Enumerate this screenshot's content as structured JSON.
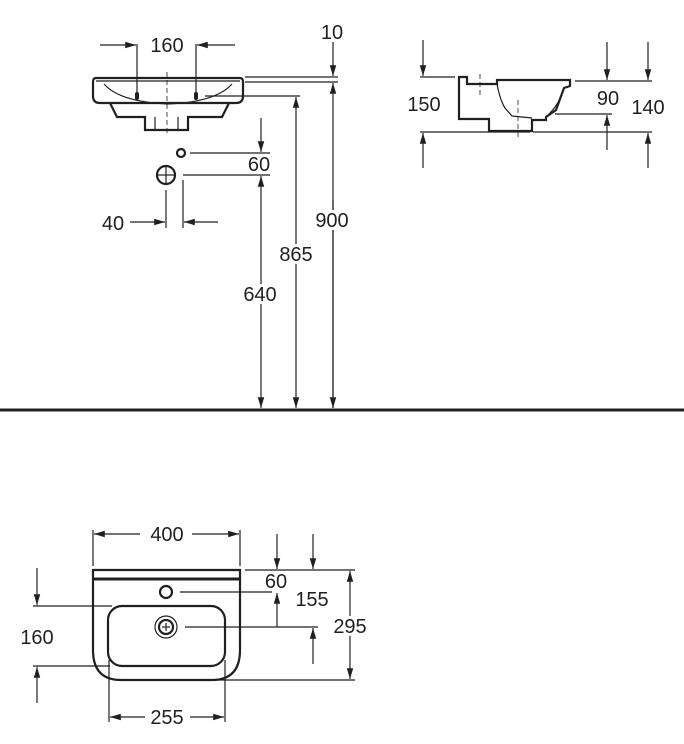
{
  "drawing": {
    "front_view": {
      "tap_hole_spacing": "160",
      "rim_thickness": "10",
      "rim_height": "900",
      "overflow_height": "865",
      "supply_offset": "60",
      "waste_height": "640",
      "waste_offset": "40"
    },
    "side_view": {
      "overall_depth": "150",
      "bowl_depth": "90",
      "depth_to_outlet": "140"
    },
    "plan_view": {
      "width": "400",
      "tap_hole_from_back": "60",
      "drain_from_back": "155",
      "projection": "295",
      "bowl_length": "160",
      "bowl_width": "255"
    },
    "colors": {
      "line": "#231f20",
      "background": "#ffffff"
    }
  }
}
